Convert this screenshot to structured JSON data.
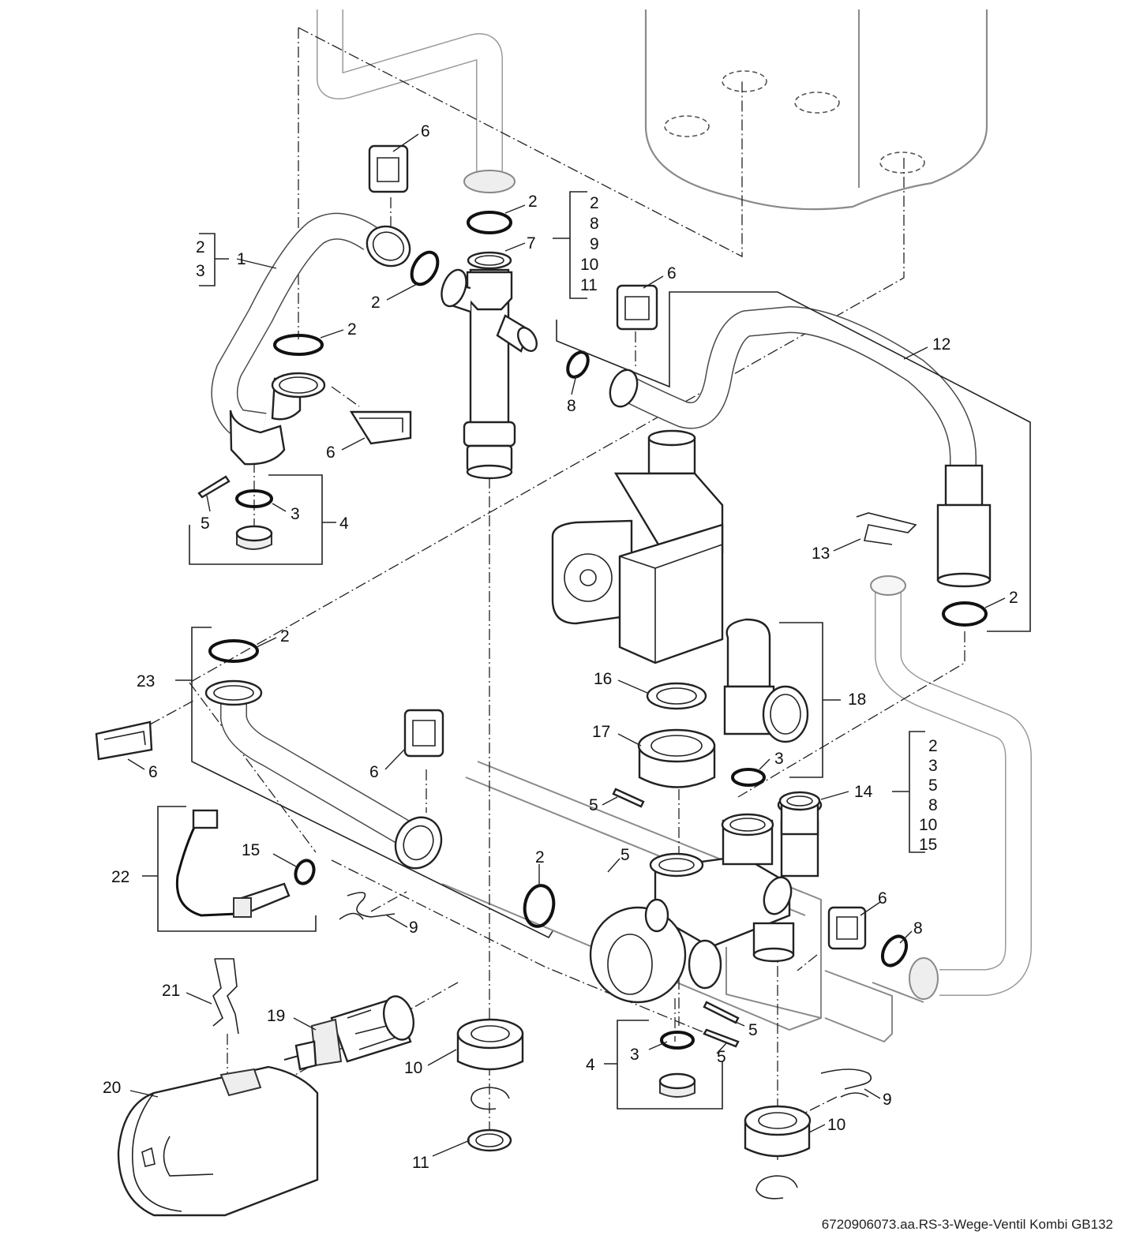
{
  "diagram": {
    "callouts": {
      "c1": "1",
      "c2a": "2",
      "c2b": "2",
      "c2c": "2",
      "c2d": "2",
      "c2e": "2",
      "c2f": "2",
      "c3a": "3",
      "c3b": "3",
      "c3c": "3",
      "c4a": "4",
      "c4b": "4",
      "c5a": "5",
      "c5b": "5",
      "c5c": "5",
      "c5d": "5",
      "c6a": "6",
      "c6b": "6",
      "c6c": "6",
      "c6d": "6",
      "c6e": "6",
      "c6f": "6",
      "c7": "7",
      "c8a": "8",
      "c8b": "8",
      "c9a": "9",
      "c9b": "9",
      "c10a": "10",
      "c10b": "10",
      "c11": "11",
      "c12": "12",
      "c13": "13",
      "c14": "14",
      "c15": "15",
      "c16": "16",
      "c17": "17",
      "c18": "18",
      "c19": "19",
      "c20": "20",
      "c21": "21",
      "c22": "22",
      "c23": "23"
    },
    "group_lists": {
      "set_1": [
        "2",
        "3"
      ],
      "set_7": [
        "2",
        "8",
        "9",
        "10",
        "11"
      ],
      "set_14": [
        "2",
        "3",
        "5",
        "8",
        "10",
        "15"
      ]
    },
    "caption": "6720906073.aa.RS-3-Wege-Ventil Kombi GB132"
  }
}
